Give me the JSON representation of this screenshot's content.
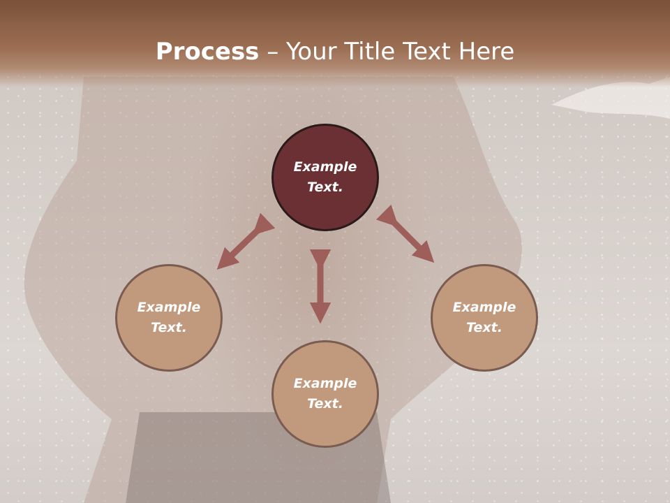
{
  "title": {
    "bold": "Process",
    "rest": " – Your Title Text Here"
  },
  "nodes": [
    {
      "name": "node-top",
      "text": "Example Text."
    },
    {
      "name": "node-left",
      "text": "Example Text."
    },
    {
      "name": "node-bottom",
      "text": "Example Text."
    },
    {
      "name": "node-right",
      "text": "Example Text."
    }
  ],
  "colors": {
    "title_bar": "#8b5e44",
    "center_node": "#6b3034",
    "outer_node": "#c19a7e",
    "arrow": "#9e5e5a"
  }
}
